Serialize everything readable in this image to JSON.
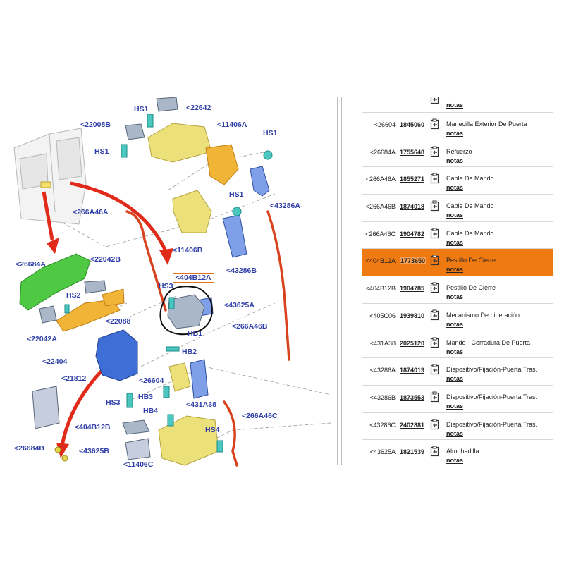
{
  "diagram": {
    "labels": [
      {
        "id": "hs1a",
        "text": "HS1"
      },
      {
        "id": "c22642",
        "text": "<22642"
      },
      {
        "id": "c22008b",
        "text": "<22008B"
      },
      {
        "id": "c11406a",
        "text": "<11406A"
      },
      {
        "id": "hs1b",
        "text": "HS1"
      },
      {
        "id": "hs1c",
        "text": "HS1"
      },
      {
        "id": "c266a46a",
        "text": "<266A46A"
      },
      {
        "id": "hs1d",
        "text": "HS1"
      },
      {
        "id": "c11406b",
        "text": "<11406B"
      },
      {
        "id": "c43286a",
        "text": "<43286A"
      },
      {
        "id": "c43286b",
        "text": "<43286B"
      },
      {
        "id": "c26684a",
        "text": "<26684A"
      },
      {
        "id": "c22042b",
        "text": "<22042B"
      },
      {
        "id": "c404b12a",
        "text": "<404B12A"
      },
      {
        "id": "hs3a",
        "text": "HS3"
      },
      {
        "id": "hs2",
        "text": "HS2"
      },
      {
        "id": "c43625a",
        "text": "<43625A"
      },
      {
        "id": "c22088",
        "text": "<22088"
      },
      {
        "id": "c266a46b",
        "text": "<266A46B"
      },
      {
        "id": "hb1",
        "text": "HB1"
      },
      {
        "id": "c22042a",
        "text": "<22042A"
      },
      {
        "id": "hb2",
        "text": "HB2"
      },
      {
        "id": "c22404",
        "text": "<22404"
      },
      {
        "id": "c21812",
        "text": "<21812"
      },
      {
        "id": "c26604",
        "text": "<26604"
      },
      {
        "id": "hb3",
        "text": "HB3"
      },
      {
        "id": "hs3b",
        "text": "HS3"
      },
      {
        "id": "c431a38",
        "text": "<431A38"
      },
      {
        "id": "hb4",
        "text": "HB4"
      },
      {
        "id": "c266a46c",
        "text": "<266A46C"
      },
      {
        "id": "c404b12b",
        "text": "<404B12B"
      },
      {
        "id": "hs4",
        "text": "HS4"
      },
      {
        "id": "c26684b",
        "text": "<26684B"
      },
      {
        "id": "c43625b",
        "text": "<43625B"
      },
      {
        "id": "c11406c",
        "text": "<11406C"
      }
    ]
  },
  "parts": {
    "top_row": {
      "notas": "notas"
    },
    "rows": [
      {
        "code": "<26604",
        "number": "1845060",
        "description": "Manecilla Exterior De Puerta",
        "notas": "notas"
      },
      {
        "code": "<26684A",
        "number": "1755648",
        "description": "Refuerzo",
        "notas": "notas"
      },
      {
        "code": "<266A46A",
        "number": "1855271",
        "description": "Cable De Mando",
        "notas": "notas"
      },
      {
        "code": "<266A46B",
        "number": "1874018",
        "description": "Cable De Mando",
        "notas": "notas"
      },
      {
        "code": "<266A46C",
        "number": "1904782",
        "description": "Cable De Mando",
        "notas": "notas"
      },
      {
        "code": "<404B12A",
        "number": "1773650",
        "description": "Pestillo De Cierre",
        "notas": "notas",
        "selected": true
      },
      {
        "code": "<404B12B",
        "number": "1904785",
        "description": "Pestillo De Cierre",
        "notas": "notas"
      },
      {
        "code": "<405C06",
        "number": "1939810",
        "description": "Mecanismo De Liberación",
        "notas": "notas"
      },
      {
        "code": "<431A38",
        "number": "2025120",
        "description": "Mando - Cerradura De Puerta",
        "notas": "notas"
      },
      {
        "code": "<43286A",
        "number": "1874019",
        "description": "Dispositivo/Fijación-Puerta Tras.",
        "notas": "notas"
      },
      {
        "code": "<43286B",
        "number": "1873553",
        "description": "Dispositivo/Fijación-Puerta Tras.",
        "notas": "notas"
      },
      {
        "code": "<43286C",
        "number": "2402881",
        "description": "Dispositivo/Fijación-Puerta Tras.",
        "notas": "notas"
      },
      {
        "code": "<43625A",
        "number": "1821539",
        "description": "Almohadilla",
        "notas": "notas"
      }
    ],
    "selected_color": "#f07a12"
  }
}
